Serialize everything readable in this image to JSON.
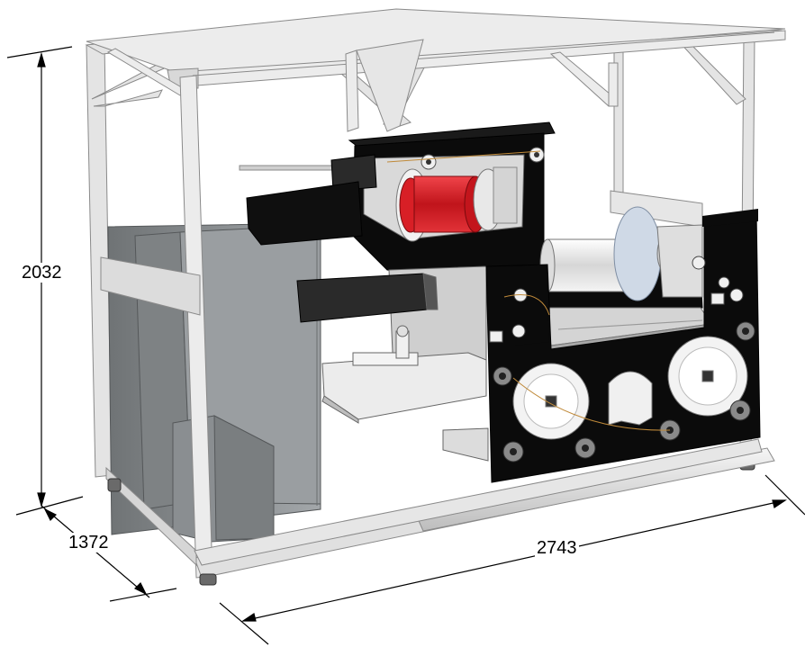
{
  "dimensions": {
    "height": "2032",
    "depth": "1372",
    "width": "2743"
  },
  "colors": {
    "frame": "#e4e4e4",
    "frame_edge": "#8a8a8a",
    "cabinet": "#8f9396",
    "panel": "#0d0d0d",
    "spool_red": "#d81f26",
    "roller": "#f2f2f2"
  }
}
